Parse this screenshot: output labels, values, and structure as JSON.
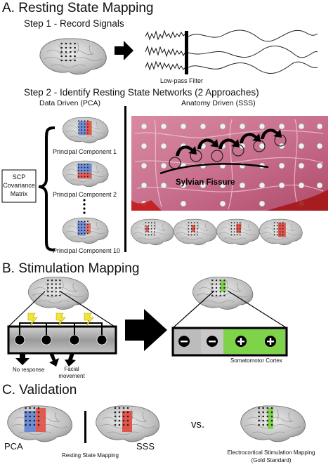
{
  "section_a": {
    "title": "A. Resting State Mapping",
    "step1": "Step 1 - Record Signals",
    "filter_label": "Low-pass Filter",
    "step2": "Step 2 - Identify Resting State Networks (2 Approaches)",
    "data_driven": "Data Driven (PCA)",
    "anatomy_driven": "Anatomy Driven (SSS)",
    "pc1": "Principal Component 1",
    "pc2": "Principal Component 2",
    "pc10": "Principal Component 10",
    "scp_line1": "SCP",
    "scp_line2": "Covariance",
    "scp_line3": "Matrix",
    "sylvian": "Sylvian Fissure"
  },
  "section_b": {
    "title": "B. Stimulation Mapping",
    "no_response": "No response",
    "facial_line1": "Facial",
    "facial_line2": "movement",
    "somatomotor": "Somatomotor Cortex"
  },
  "section_c": {
    "title": "C. Validation",
    "pca": "PCA",
    "sss": "SSS",
    "resting": "Resting State Mapping",
    "vs": "vs.",
    "ecs_line1": "Electrocortical Stimulation Mapping",
    "ecs_line2": "(Gold Standard)"
  },
  "colors": {
    "pca_blue": "#5a7fd6",
    "active_red": "#e0463c",
    "stim_green": "#7ed34a",
    "lightning": "#f2e53a"
  }
}
